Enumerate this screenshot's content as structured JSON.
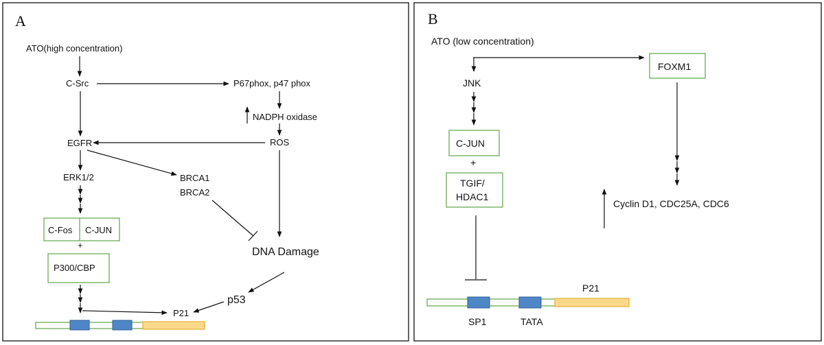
{
  "panel_a": {
    "letter": "A",
    "ato": "ATO(high concentration)",
    "csrc": "C-Src",
    "phox": "P67phox, p47 phox",
    "nadph": "NADPH oxidase",
    "ros": "ROS",
    "egfr": "EGFR",
    "erk": "ERK1/2",
    "brca1": "BRCA1",
    "brca2": "BRCA2",
    "cfos": "C-Fos",
    "cjun": "C-JUN",
    "plus": "+",
    "p300": "P300/CBP",
    "dna_damage": "DNA Damage",
    "p53": "p53",
    "p21": "P21"
  },
  "panel_b": {
    "letter": "B",
    "ato": "ATO (low concentration)",
    "jnk": "JNK",
    "foxm1": "FOXM1",
    "cjun": "C-JUN",
    "plus": "+",
    "tgif": "TGIF/",
    "hdac1": "HDAC1",
    "cyclin": "Cyclin D1, CDC25A, CDC6",
    "p21": "P21",
    "sp1": "SP1",
    "tata": "TATA"
  },
  "colors": {
    "box_border": "#5ea545",
    "promoter_box": "#4f86c6",
    "gene_body": "#fcd98a",
    "gene_body_border": "#e8ad33"
  }
}
